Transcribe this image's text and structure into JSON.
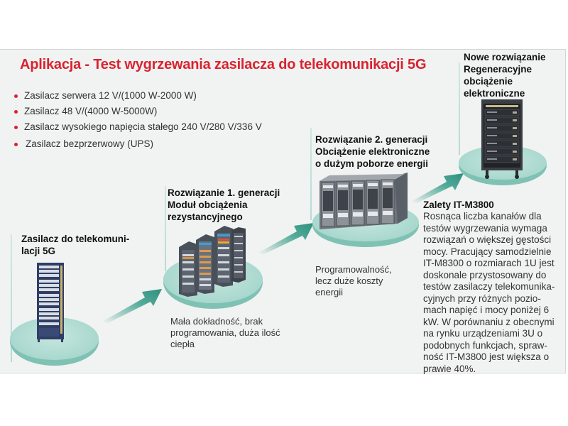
{
  "slide": {
    "title": "Aplikacja - Test wygrzewania zasilacza do telekomunikacji 5G",
    "accent_color": "#d9232e",
    "platform_color": "#a9d8ce",
    "arrow_color": "#2e9a85",
    "bullets": [
      "Zasilacz serwera 12 V/(1000 W-2000 W)",
      "Zasilacz 48 V/(4000 W-5000W)",
      "Zasilacz wysokiego napięcia stałego 240 V/280 V/336 V",
      "Zasilacz bezprzerwowy (UPS)"
    ]
  },
  "stages": [
    {
      "heading_lines": [
        "Zasilacz do telekomuni-",
        "lacji 5G"
      ],
      "icon": "telecom-rack-icon"
    },
    {
      "heading_lines": [
        "Rozwiązanie 1. generacji",
        "Moduł obciążenia",
        "rezystancyjnego"
      ],
      "note_lines": [
        "Mała dokładność, brak",
        "programowania, duża ilość",
        "ciepła"
      ],
      "icon": "resistive-load-racks-icon"
    },
    {
      "heading_lines": [
        "Rozwiązanie 2. generacji",
        "Obciążenie elektroniczne",
        "o dużym poborze energii"
      ],
      "note_lines": [
        "Programowalność,",
        "lecz duże koszty",
        "energii"
      ],
      "icon": "electronic-load-cabinets-icon"
    },
    {
      "heading_lines": [
        "Nowe rozwiązanie",
        "Regeneracyjne",
        "obciążenie",
        "elektroniczne"
      ],
      "icon": "regenerative-load-cabinet-icon"
    }
  ],
  "advantages": {
    "heading": "Zalety IT-M3800",
    "lines": [
      "Rosnąca liczba kanałów dla",
      "testów wygrzewania wymaga",
      "rozwiązań o większej gęstości",
      "mocy. Pracujący samodzielnie",
      "IT-M8300 o rozmiarach 1U jest",
      "doskonale przystosowany do",
      "testów zasilaczy telekomunika-",
      "cyjnych przy różnych pozio-",
      "mach napięć i mocy poniżej 6",
      "kW. W porównaniu z obecnymi",
      "na rynku urządzeniami 3U o",
      "podobnych funkcjach, spraw-",
      "ność IT-M3800 jest większa o",
      "prawie 40%."
    ]
  }
}
